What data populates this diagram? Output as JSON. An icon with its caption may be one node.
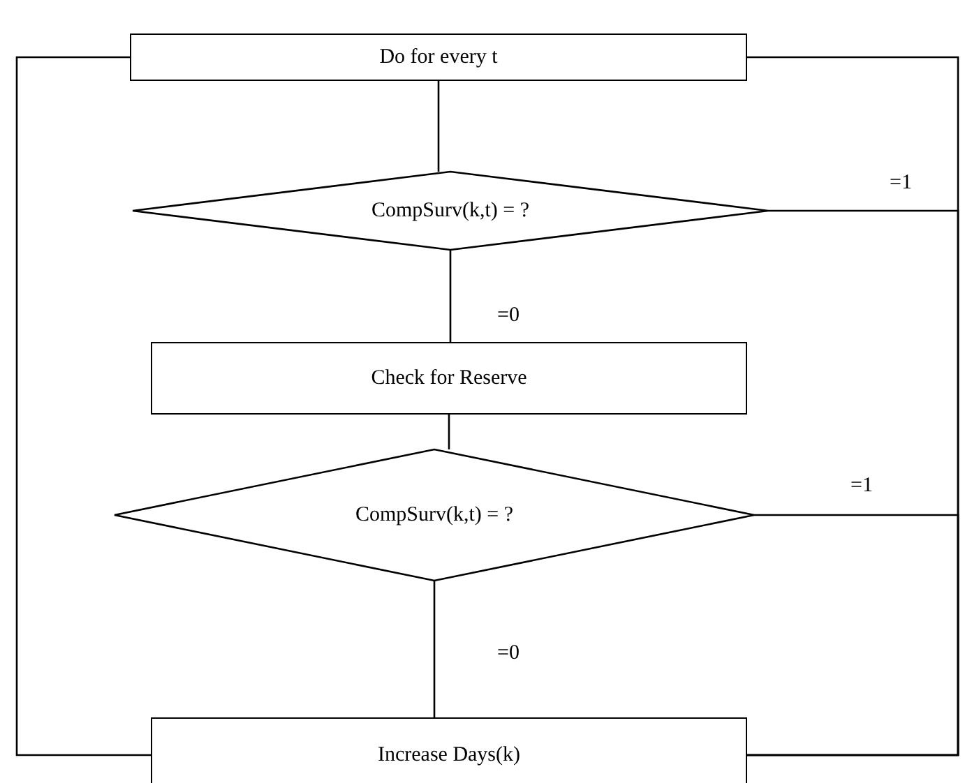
{
  "diagram": {
    "nodes": [
      {
        "text": [
          "Do for every t"
        ]
      },
      {
        "text": [
          "CompSurv(k,t) = ?"
        ]
      },
      {
        "text": [
          "Check for Reserve"
        ]
      },
      {
        "text": [
          "CompSurv(k,t) = ?"
        ]
      },
      {
        "text": [
          "Increase Days(k)"
        ]
      }
    ],
    "edges": [
      {
        "from": 0,
        "to": 1,
        "arrow": "none"
      },
      {
        "from": 1,
        "to": 2,
        "arrow": "none",
        "label": "=0"
      },
      {
        "from": 2,
        "to": 3,
        "arrow": "none"
      },
      {
        "from": 3,
        "to": 4,
        "arrow": "none",
        "label": "=0"
      },
      {
        "from": 1,
        "to": 4,
        "arrow": "none",
        "label": "=1"
      },
      {
        "from": 3,
        "to": 4,
        "arrow": "none",
        "label": "=1"
      },
      {
        "from": 0,
        "to": 4,
        "arrow": "none"
      },
      {
        "from": 4,
        "to": 0,
        "arrow": "none"
      }
    ]
  }
}
